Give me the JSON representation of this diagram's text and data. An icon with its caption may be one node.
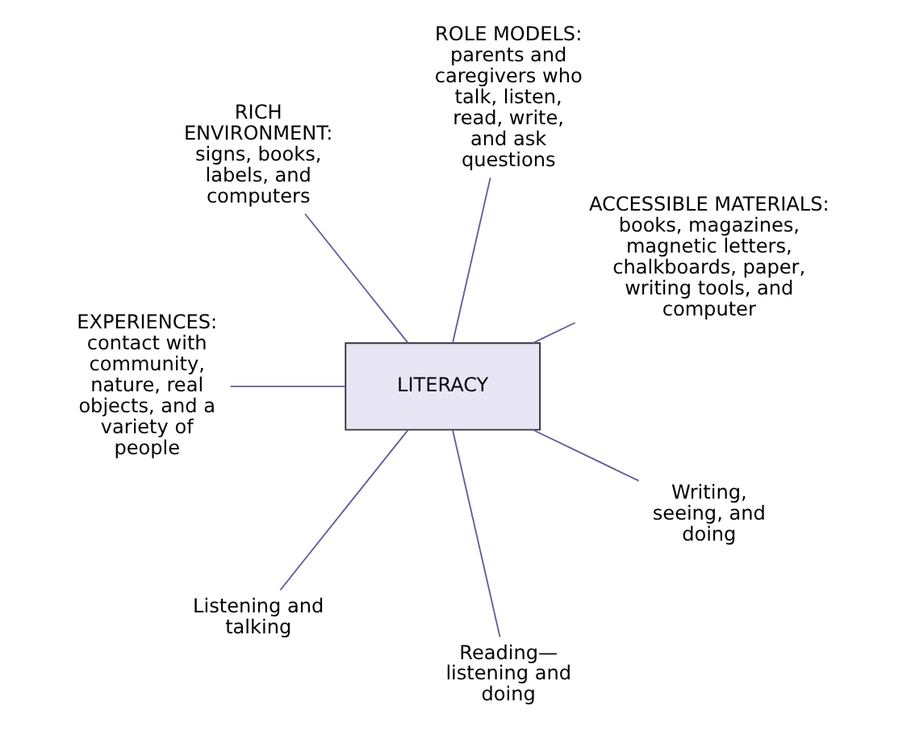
{
  "diagram": {
    "nodes": [
      {
        "text": [
          "LITERACY"
        ]
      },
      {
        "text": [
          "ACCESSIBLE MATERIALS:",
          "books, magazines, magnetic letters, chalkboards, paper, writing tools, and computer"
        ]
      },
      {
        "text": [
          "ROLE MODELS:",
          "parents and caregivers who talk, listen, read, write, and ask questions"
        ]
      },
      {
        "text": [
          "RICH ENVIRONMENT:",
          "signs, books, labels, and computers"
        ]
      },
      {
        "text": [
          "EXPERIENCES:",
          "contact with community, nature, real objects, and a variety of people"
        ]
      },
      {
        "text": [
          "Listening and talking"
        ]
      },
      {
        "text": [
          "Reading— listening and doing"
        ]
      },
      {
        "text": [
          "Writing, seeing, and doing"
        ]
      }
    ],
    "edges": [
      {
        "from": 0,
        "to": 1,
        "arrow": "none"
      },
      {
        "from": 0,
        "to": 2,
        "arrow": "none"
      },
      {
        "from": 0,
        "to": 3,
        "arrow": "none"
      },
      {
        "from": 0,
        "to": 4,
        "arrow": "none"
      },
      {
        "from": 0,
        "to": 5,
        "arrow": "none"
      },
      {
        "from": 0,
        "to": 6,
        "arrow": "none"
      },
      {
        "from": 0,
        "to": 7,
        "arrow": "none"
      }
    ]
  }
}
